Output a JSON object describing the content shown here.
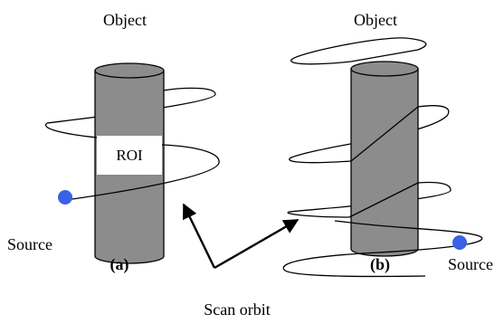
{
  "panel_a": {
    "object_label": "Object",
    "roi_label": "ROI",
    "source_label": "Source",
    "panel_label": "(a)"
  },
  "panel_b": {
    "object_label": "Object",
    "source_label": "Source",
    "panel_label": "(b)"
  },
  "scan_orbit_label": "Scan orbit",
  "colors": {
    "cylinder_body": "#8c8c8c",
    "cylinder_edge": "#000000",
    "source_dot": "#3a62e6",
    "roi_box": "#ffffff",
    "background": "#ffffff"
  }
}
